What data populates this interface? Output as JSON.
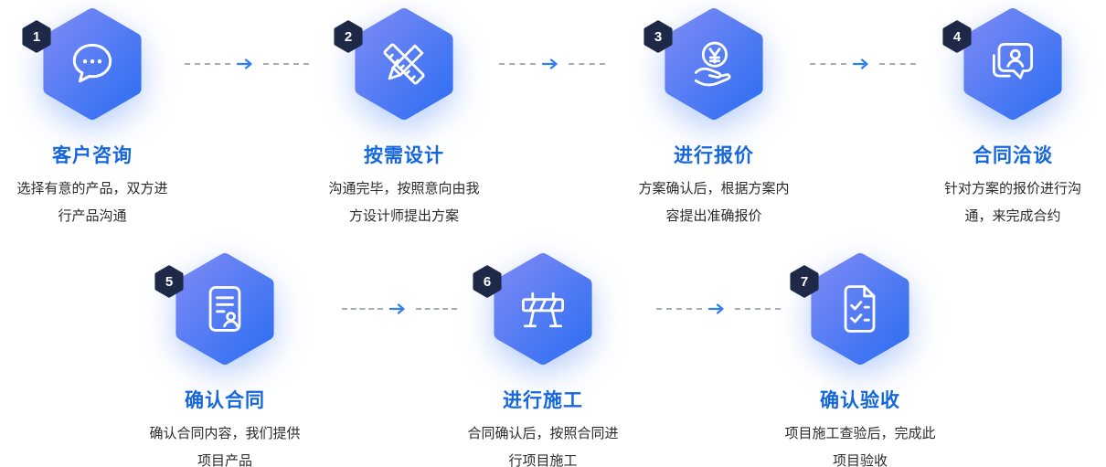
{
  "steps": [
    {
      "number": "1",
      "title": "客户咨询",
      "desc": [
        "选择有意的产品，双方进",
        "行产品沟通"
      ],
      "icon": "chat-bubble-icon"
    },
    {
      "number": "2",
      "title": "按需设计",
      "desc": [
        "沟通完毕，按照意向由我",
        "方设计师提出方案"
      ],
      "icon": "pencil-ruler-icon"
    },
    {
      "number": "3",
      "title": "进行报价",
      "desc": [
        "方案确认后，根据方案内",
        "容提出准确报价"
      ],
      "icon": "yuan-coin-hand-icon"
    },
    {
      "number": "4",
      "title": "合同洽谈",
      "desc": [
        "针对方案的报价进行沟",
        "通，来完成合约"
      ],
      "icon": "customer-chat-icon"
    },
    {
      "number": "5",
      "title": "确认合同",
      "desc": [
        "确认合同内容，我们提供",
        "项目产品"
      ],
      "icon": "contract-document-icon"
    },
    {
      "number": "6",
      "title": "进行施工",
      "desc": [
        "合同确认后，按照合同进",
        "行项目施工"
      ],
      "icon": "construction-barrier-icon"
    },
    {
      "number": "7",
      "title": "确认验收",
      "desc": [
        "项目施工查验后，完成此",
        "项目验收"
      ],
      "icon": "checklist-document-icon"
    }
  ],
  "colors": {
    "hexagon_gradient_start": "#7b89f5",
    "hexagon_gradient_end": "#2f6ff2",
    "number_badge": "#1d2947",
    "step_title": "#1667dd",
    "description_text": "#2b2b2b",
    "connector_dash": "#a6adb8",
    "connector_arrow": "#2f7ff0",
    "icon": "#ffffff",
    "background": "#ffffff"
  }
}
